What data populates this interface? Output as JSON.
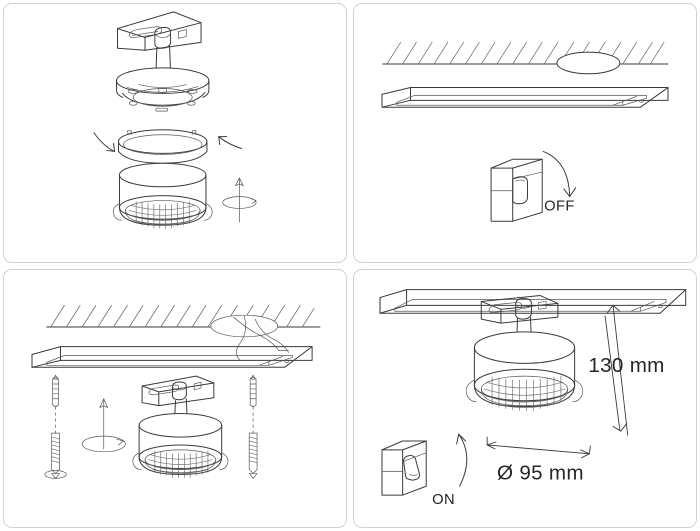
{
  "document": {
    "kind": "installation-instruction-sheet",
    "product": "track-mounted cylindrical LED spotlight",
    "panel_count": 4
  },
  "panels": [
    {
      "id": "panel-1",
      "position": "top-left",
      "title": "Exploded assembly of luminaire head",
      "parts": [
        "track adapter with locking slot",
        "stem",
        "round mounting plate",
        "decorative ring cover",
        "cylindrical lamp body with perforated diffuser band"
      ],
      "symbols": [
        "curved-assembly-arrow-left",
        "curved-assembly-arrow-right",
        "rotation-axis-symbol"
      ],
      "labels": []
    },
    {
      "id": "panel-2",
      "position": "top-right",
      "title": "Switch off mains before installation",
      "parts": [
        "hatched ceiling surface",
        "ceiling outlet opening",
        "track rail profile",
        "wall rocker switch"
      ],
      "symbols": [
        "curved-arrow-down"
      ],
      "labels": [
        {
          "name": "switch-state-label",
          "text": "OFF"
        }
      ]
    },
    {
      "id": "panel-3",
      "position": "bottom-left",
      "title": "Fix track to ceiling and connect wiring",
      "parts": [
        "hatched ceiling surface",
        "supply wires from ceiling outlet",
        "track rail profile",
        "wall plug anchor",
        "mounting screw",
        "luminaire head with track adapter"
      ],
      "symbols": [
        "screw-insert-arrow-left",
        "screw-insert-arrow-right",
        "rotation-axis-symbol"
      ],
      "labels": []
    },
    {
      "id": "panel-4",
      "position": "bottom-right",
      "title": "Finished installation and overall dimensions",
      "parts": [
        "track rail profile",
        "track adapter",
        "cylindrical lamp body with perforated diffuser band",
        "wall rocker switch"
      ],
      "symbols": [
        "curved-arrow-up",
        "height-dimension-line",
        "diameter-dimension-line"
      ],
      "labels": [
        {
          "name": "height-dimension-label",
          "text": "130 mm"
        },
        {
          "name": "diameter-dimension-label",
          "text": "Ø 95 mm"
        },
        {
          "name": "switch-state-label",
          "text": "ON"
        }
      ]
    }
  ],
  "dimensions": {
    "height": "130 mm",
    "diameter": "Ø 95 mm"
  },
  "switch_states": {
    "off": "OFF",
    "on": "ON"
  },
  "colors": {
    "line": "#3a3a3c",
    "hatch": "#6a6a6e",
    "panel_border": "#d2d2d4",
    "background": "#ffffff",
    "text": "#25252a"
  }
}
